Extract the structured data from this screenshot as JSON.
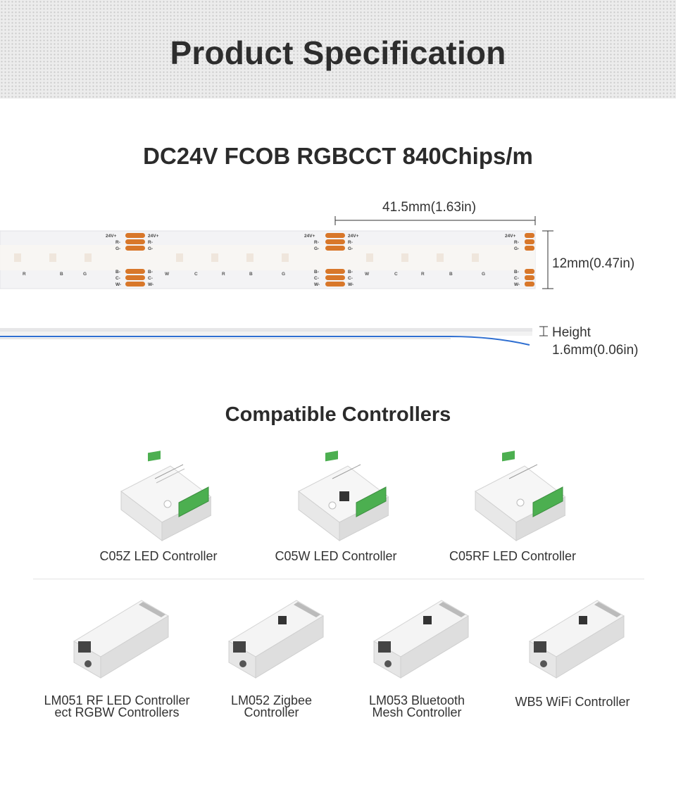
{
  "header": {
    "title": "Product Specification"
  },
  "spec": {
    "title": "DC24V FCOB RGBCCT 840Chips/m",
    "segment_length": "41.5mm(1.63in)",
    "width": "12mm(0.47in)",
    "height_label": "Height",
    "height_value": "1.6mm(0.06in)",
    "pad_labels_top": [
      "24V+",
      "R-",
      "G-"
    ],
    "pad_labels_bottom": [
      "B-",
      "C-",
      "W-"
    ],
    "strip_marks": [
      "R",
      "B",
      "G",
      "W",
      "C"
    ]
  },
  "compatible": {
    "title": "Compatible Controllers",
    "row1": [
      {
        "name": "C05Z LED Controller"
      },
      {
        "name": "C05W LED Controller"
      },
      {
        "name": "C05RF LED Controller"
      }
    ],
    "row2": [
      {
        "name_line1": "LM051 RF LED Controller",
        "name_line2": "ect RGBW Controllers"
      },
      {
        "name_line1": "LM052 Zigbee",
        "name_line2": "Controller"
      },
      {
        "name_line1": "LM053 Bluetooth",
        "name_line2": "Mesh Controller"
      },
      {
        "name_line1": "WB5 WiFi Controller",
        "name_line2": ""
      }
    ]
  },
  "colors": {
    "pad": "#d8772a",
    "strip": "#f4f4f6",
    "terminal_green": "#4caf50",
    "wire_blue": "#2f6fd1"
  }
}
